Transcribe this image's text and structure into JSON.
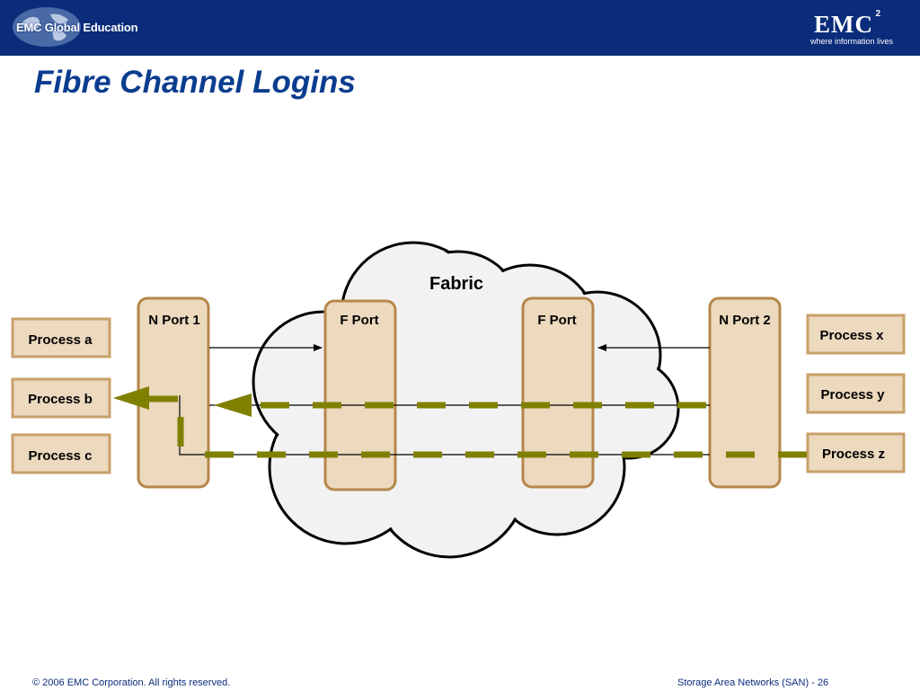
{
  "header": {
    "brand_left": "EMC Global Education",
    "brand_right": "EMC",
    "brand_right_sup": "2",
    "brand_tagline": "where information lives"
  },
  "title": "Fibre Channel Logins",
  "diagram": {
    "fabric_label": "Fabric",
    "ports": {
      "n_port_1": "N Port 1",
      "f_port_1": "F Port",
      "f_port_2": "F Port",
      "n_port_2": "N Port 2"
    },
    "processes_left": [
      "Process a",
      "Process b",
      "Process c"
    ],
    "processes_right": [
      "Process x",
      "Process y",
      "Process z"
    ]
  },
  "footer": {
    "copyright": "© 2006 EMC Corporation. All rights reserved.",
    "course": "Storage Area Networks (SAN)",
    "page": "- 26"
  },
  "colors": {
    "header_bg": "#0a2c7a",
    "title": "#0a3d8f",
    "port_fill": "#ecd9be",
    "port_stroke": "#b5874a",
    "process_fill": "#ecd9be",
    "process_stroke": "#c9a06a",
    "fabric_fill": "#f2f2f2",
    "path_dash": "#808000"
  }
}
